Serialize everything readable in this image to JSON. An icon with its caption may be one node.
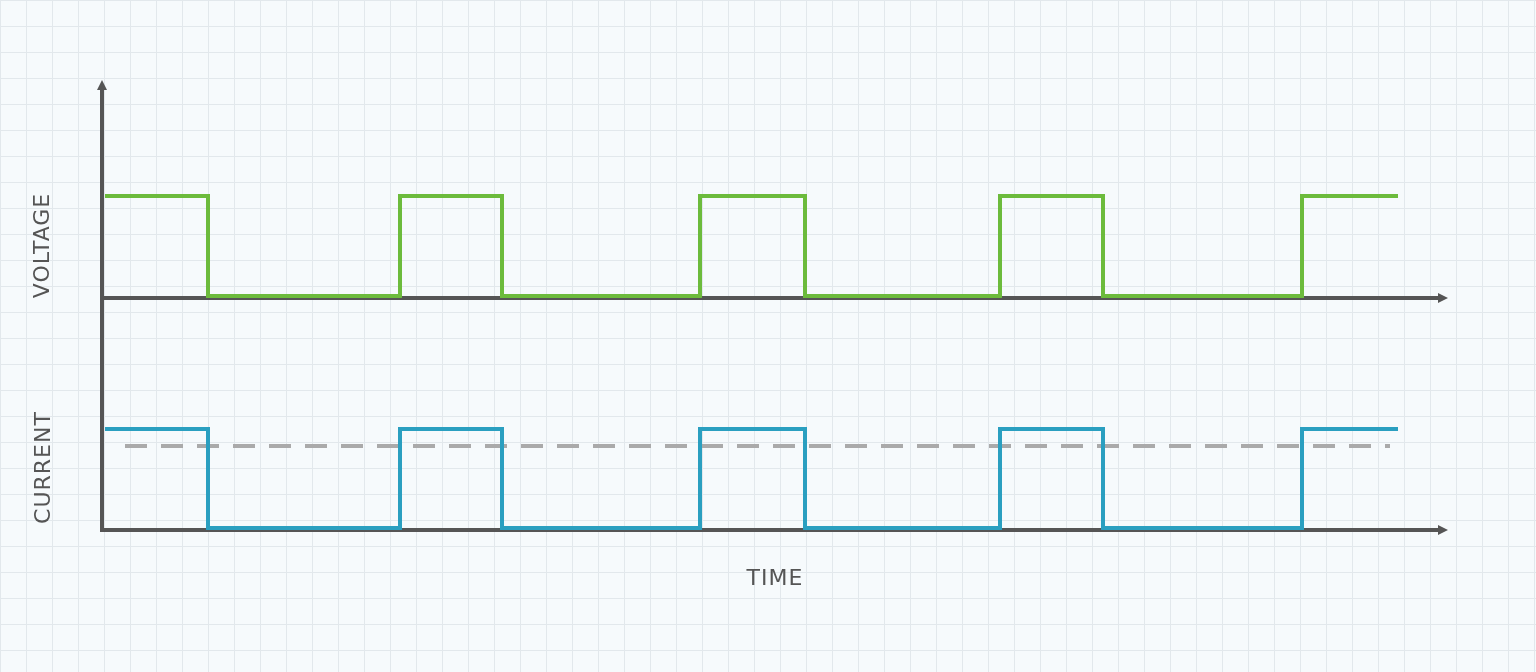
{
  "diagram": {
    "labels": [
      "VOLTAGE",
      "CURRENT",
      "TIME"
    ]
  }
}
